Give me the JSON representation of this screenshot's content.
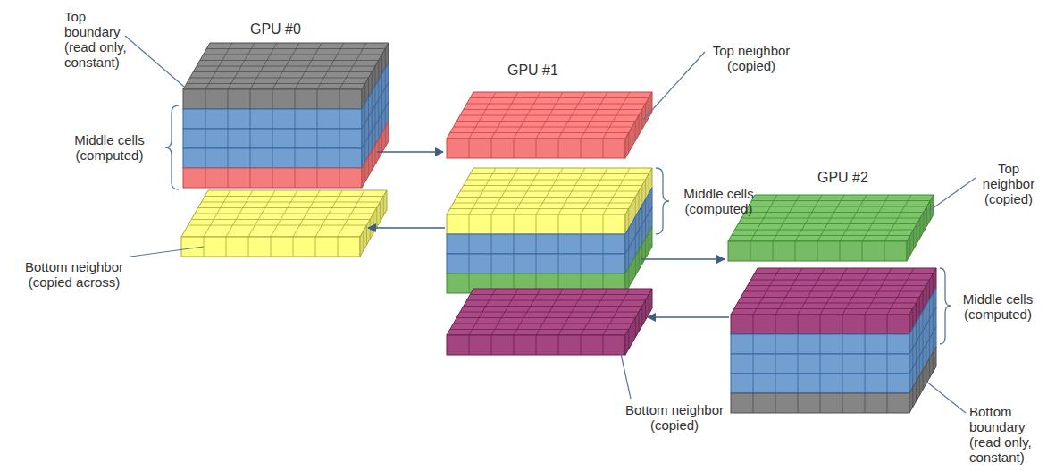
{
  "diagram": {
    "labels": [
      "Top boundary (read only, constant)",
      "GPU #0",
      "Middle cells (computed)",
      "Bottom neighbor (copied across)",
      "GPU #1",
      "Top neighbor (copied)",
      "Middle cells (computed)",
      "Bottom neighbor (copied)",
      "GPU #2",
      "Top neighbor (copied)",
      "Middle cells (computed)",
      "Bottom boundary (read only, constant)"
    ]
  }
}
